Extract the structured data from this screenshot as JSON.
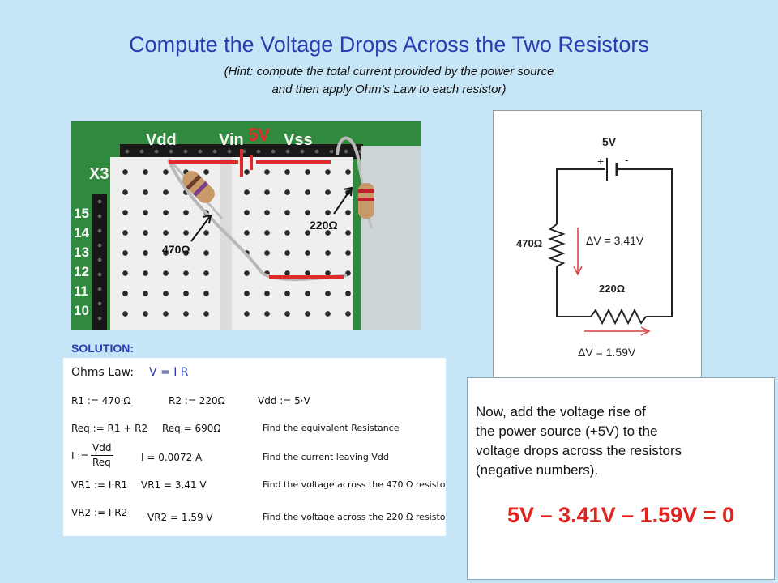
{
  "header": {
    "title": "Compute the Voltage Drops Across the Two Resistors",
    "hint_line1": "(Hint: compute the total current provided by the power source",
    "hint_line2": "and then apply Ohm’s Law to each resistor)"
  },
  "photo": {
    "silk_vdd": "Vdd",
    "silk_vin": "Vin",
    "silk_vss": "Vss",
    "silk_x3": "X3",
    "row_numbers": [
      "15",
      "14",
      "13",
      "12",
      "11",
      "10"
    ],
    "source_label": "5V",
    "r1_label": "470Ω",
    "r2_label": "220Ω"
  },
  "schematic": {
    "source_label": "5V",
    "plus": "+",
    "minus": "-",
    "r1_label": "470Ω",
    "r2_label": "220Ω",
    "dv1": "ΔV = 3.41V",
    "dv2": "ΔV = 1.59V"
  },
  "solution_label": "SOLUTION:",
  "worksheet": {
    "law_prefix": "Ohms Law:",
    "law_formula": "V = I R",
    "row1": [
      "R1 := 470·Ω",
      "R2 := 220Ω",
      "Vdd := 5·V"
    ],
    "row2": [
      "Req := R1 + R2",
      "Req = 690Ω",
      "Find the equivalent Resistance"
    ],
    "row3": [
      "I := Vdd / Req",
      "I = 0.0072 A",
      "Find the current leaving Vdd"
    ],
    "row4": [
      "VR1 := I·R1",
      "VR1 = 3.41 V",
      "Find the voltage across the 470 Ω resisto"
    ],
    "row5": [
      "VR2 := I·R2",
      "VR2 = 1.59 V",
      "Find the voltage across the 220 Ω resisto"
    ],
    "frac_num": "Vdd",
    "frac_den": "Req",
    "i_prefix": "I :="
  },
  "textbox": {
    "lines": [
      "Now, add the voltage rise of",
      "the power source (+5V) to the",
      "voltage drops across the resistors",
      "(negative numbers)."
    ],
    "equation": "5V – 3.41V – 1.59V = 0"
  },
  "colors": {
    "background": "#c6e6f8",
    "title": "#2b3cb0",
    "equation": "#e1221f",
    "arrow": "#d93a3a"
  }
}
